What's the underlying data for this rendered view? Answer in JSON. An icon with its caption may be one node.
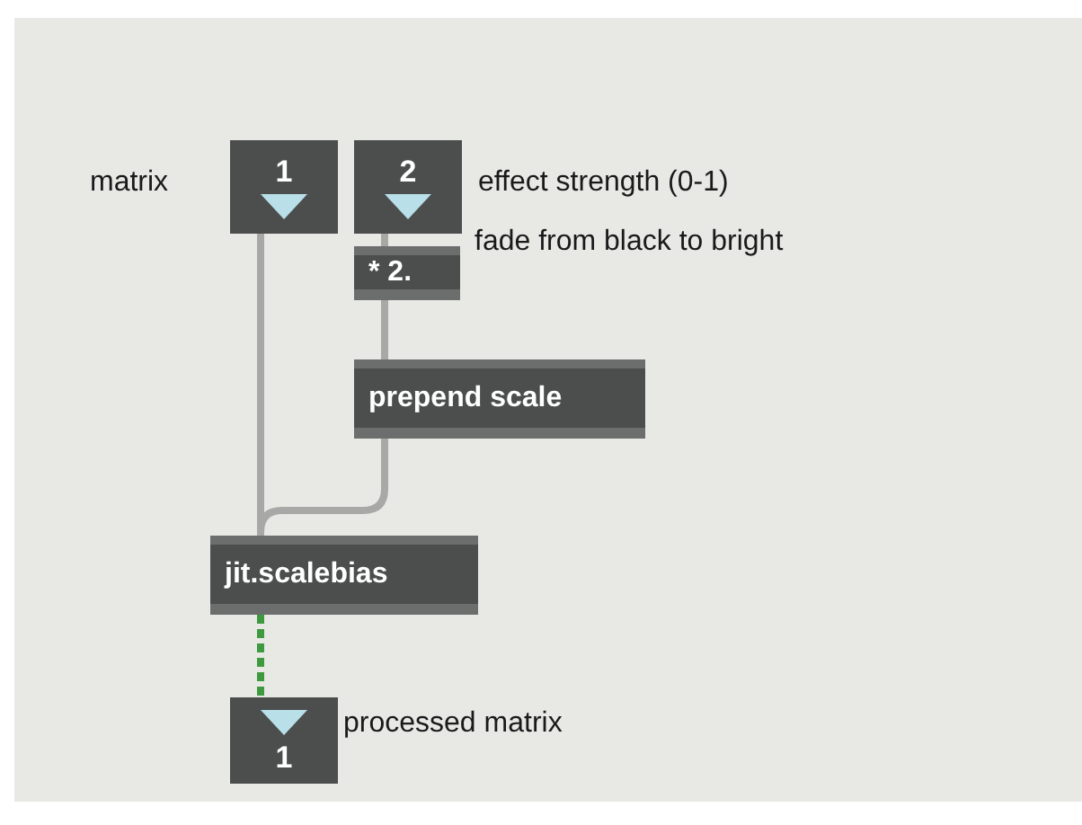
{
  "diagram": {
    "nodes": [
      {
        "text": [
          "1"
        ],
        "beside": [
          "matrix"
        ]
      },
      {
        "text": [
          "2"
        ],
        "beside": [
          "effect strength (0-1)"
        ]
      },
      {
        "text": [
          "* 2."
        ],
        "beside": [
          "fade from black to bright"
        ]
      },
      {
        "text": [
          "prepend scale"
        ]
      },
      {
        "text": [
          "jit.scalebias"
        ]
      },
      {
        "text": [
          "1"
        ],
        "beside": [
          "processed matrix"
        ]
      }
    ],
    "edges": [
      {
        "from": 1,
        "to": 2,
        "arrow": "none"
      },
      {
        "from": 2,
        "to": 3,
        "arrow": "none"
      },
      {
        "from": 0,
        "to": 4,
        "arrow": "none"
      },
      {
        "from": 3,
        "to": 4,
        "arrow": "none"
      },
      {
        "from": 4,
        "to": 5,
        "arrow": "none",
        "style": "dashed",
        "color": "#3f9a3f"
      }
    ]
  }
}
